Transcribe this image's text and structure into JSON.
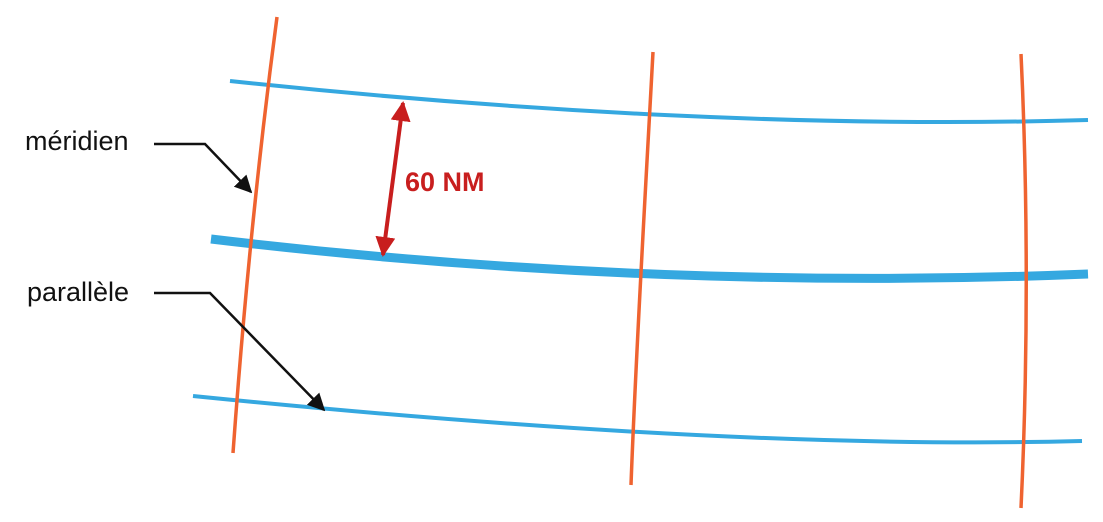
{
  "labels": {
    "meridian": "méridien",
    "parallel": "parallèle",
    "distance": "60 NM"
  },
  "colors": {
    "meridian": "#ef6330",
    "parallel": "#35a8e0",
    "distance_arrow": "#c81e1e",
    "leader": "#111111"
  }
}
